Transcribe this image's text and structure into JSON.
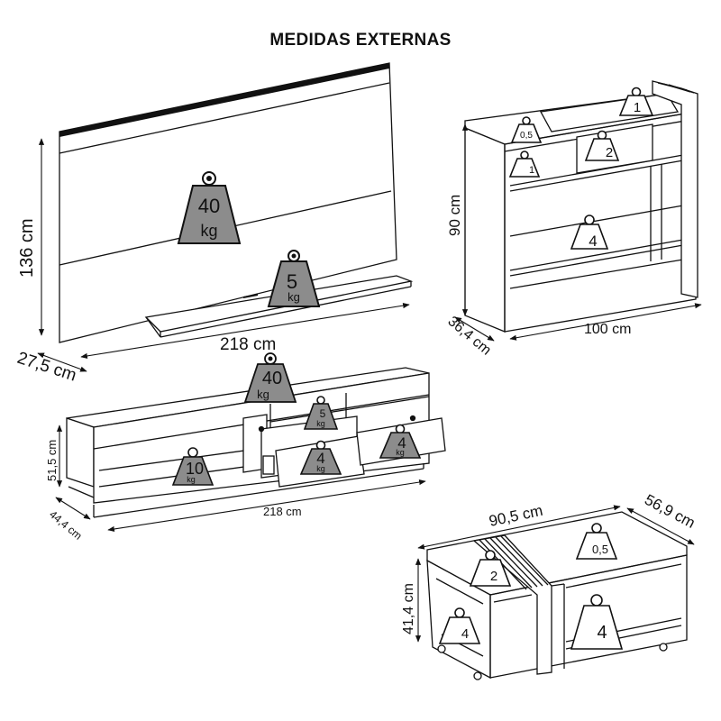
{
  "title": "MEDIDAS EXTERNAS",
  "colors": {
    "line": "#111111",
    "weight_fill": "#8c8c8c",
    "background": "#ffffff"
  },
  "panel": {
    "height": "136 cm",
    "width": "218 cm",
    "depth": "27,5 cm",
    "weight_large": "40",
    "weight_large_unit": "kg",
    "weight_small": "5",
    "weight_small_unit": "kg"
  },
  "shelf": {
    "height": "90 cm",
    "depth": "36,4 cm",
    "width": "100 cm",
    "weight_top_right": "1",
    "weight_top_left": "0,5",
    "weight_drawer": "2",
    "weight_inner": "1",
    "weight_lower": "4"
  },
  "rack": {
    "height": "51,5 cm",
    "depth": "44,4 cm",
    "width": "218 cm",
    "weight_top": "40",
    "weight_top_unit": "kg",
    "weight_niche": "5",
    "weight_niche_unit": "kg",
    "weight_drawer_left": "4",
    "weight_drawer_left_unit": "kg",
    "weight_drawer_right": "4",
    "weight_drawer_right_unit": "kg",
    "weight_left": "10",
    "weight_left_unit": "kg"
  },
  "table": {
    "width": "90,5 cm",
    "depth": "56,9 cm",
    "height": "41,4 cm",
    "weight_top_right": "0,5",
    "weight_top_left": "2",
    "weight_lower_left": "4",
    "weight_lower_right": "4"
  }
}
